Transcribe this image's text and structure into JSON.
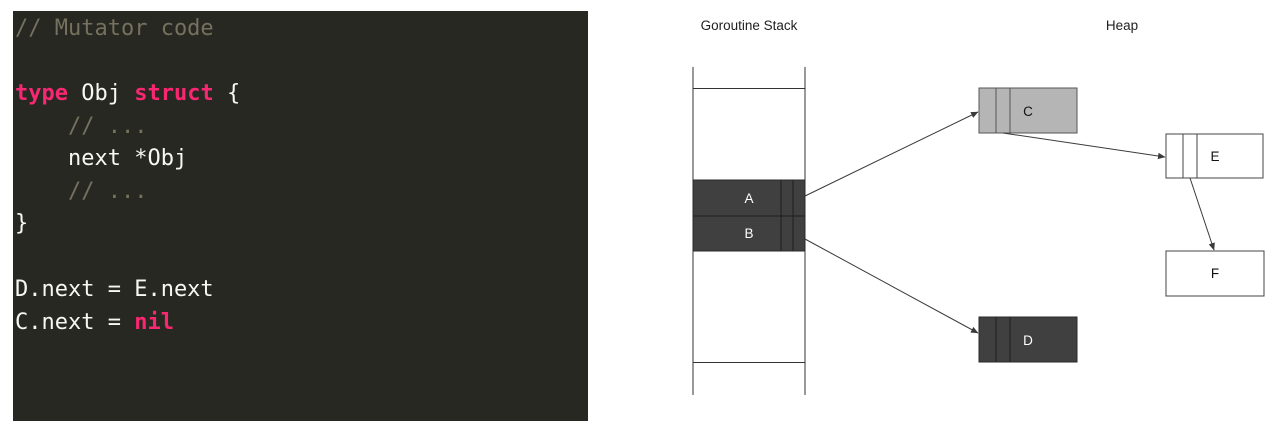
{
  "code": {
    "lines": [
      [
        {
          "t": "// Mutator code",
          "c": "comment"
        }
      ],
      [],
      [
        {
          "t": "type",
          "c": "keyword"
        },
        {
          "t": " Obj ",
          "c": "plain"
        },
        {
          "t": "struct",
          "c": "keyword"
        },
        {
          "t": " {",
          "c": "plain"
        }
      ],
      [
        {
          "t": "    // ...",
          "c": "comment"
        }
      ],
      [
        {
          "t": "    next *Obj",
          "c": "plain"
        }
      ],
      [
        {
          "t": "    // ...",
          "c": "comment"
        }
      ],
      [
        {
          "t": "}",
          "c": "plain"
        }
      ],
      [],
      [
        {
          "t": "D.next = E.next",
          "c": "plain"
        }
      ],
      [
        {
          "t": "C.next = ",
          "c": "plain"
        },
        {
          "t": "nil",
          "c": "keyword"
        }
      ]
    ]
  },
  "diagram": {
    "stack_title": "Goroutine Stack",
    "heap_title": "Heap",
    "stack_frames": [
      {
        "id": "a",
        "label": "A"
      },
      {
        "id": "b",
        "label": "B"
      }
    ],
    "heap_objects": [
      {
        "id": "c",
        "label": "C"
      },
      {
        "id": "d",
        "label": "D"
      },
      {
        "id": "e",
        "label": "E"
      },
      {
        "id": "f",
        "label": "F"
      }
    ],
    "colors": {
      "code_background": "#272822",
      "code_text": "#f8f8f2",
      "code_comment": "#75715e",
      "code_keyword": "#f92672",
      "dark_object": "#404040",
      "grey_object": "#b5b5b5",
      "white_object": "#ffffff",
      "edge": "#3a3a3a"
    }
  }
}
